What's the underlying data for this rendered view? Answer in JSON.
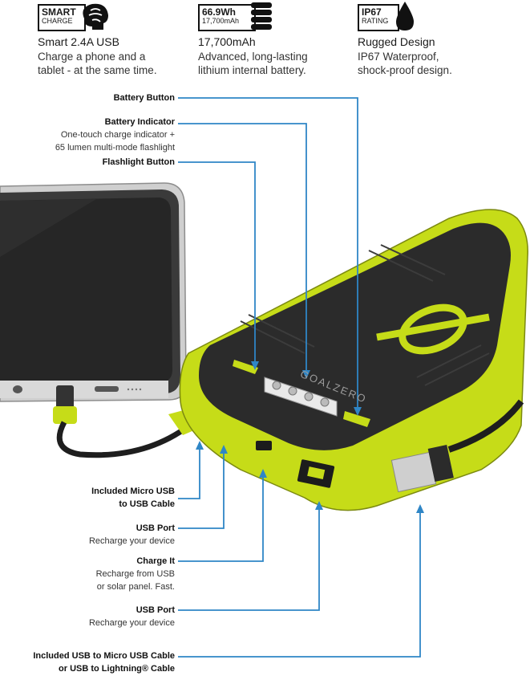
{
  "features": [
    {
      "badge_top": "SMART",
      "badge_bottom": "CHARGE",
      "title": "Smart 2.4A USB",
      "desc": [
        "Charge a phone and a",
        "tablet - at the same time."
      ],
      "icon": "brain-icon"
    },
    {
      "badge_top": "66.9Wh",
      "badge_bottom": "17,700mAh",
      "title": "17,700mAh",
      "desc": [
        "Advanced, long-lasting",
        "lithium internal battery."
      ],
      "icon": "battery-cells-icon"
    },
    {
      "badge_top": "IP67",
      "badge_bottom": "RATING",
      "title": "Rugged Design",
      "desc": [
        "IP67 Waterproof,",
        "shock-proof design."
      ],
      "icon": "water-drop-icon"
    }
  ],
  "callouts_top": [
    {
      "label": "Battery Button",
      "sub": []
    },
    {
      "label": "Battery Indicator",
      "sub": [
        "One-touch charge indicator +",
        "65 lumen multi-mode flashlight"
      ]
    },
    {
      "label": "Flashlight Button",
      "sub": []
    }
  ],
  "callouts_bottom": [
    {
      "label": [
        "Included Micro USB",
        "to USB Cable"
      ],
      "sub": []
    },
    {
      "label": [
        "USB Port"
      ],
      "sub": [
        "Recharge your device"
      ]
    },
    {
      "label": [
        "Charge It"
      ],
      "sub": [
        "Recharge from USB",
        "or solar panel. Fast."
      ]
    },
    {
      "label": [
        "USB Port"
      ],
      "sub": [
        "Recharge your device"
      ]
    },
    {
      "label": [
        "Included USB to Micro USB Cable",
        "or USB to Lightning® Cable"
      ],
      "sub": []
    }
  ],
  "brand_text": "GOALZERO",
  "colors": {
    "accent": "#c6dc18",
    "line": "#2f86c6",
    "device": "#2b2b2b"
  }
}
